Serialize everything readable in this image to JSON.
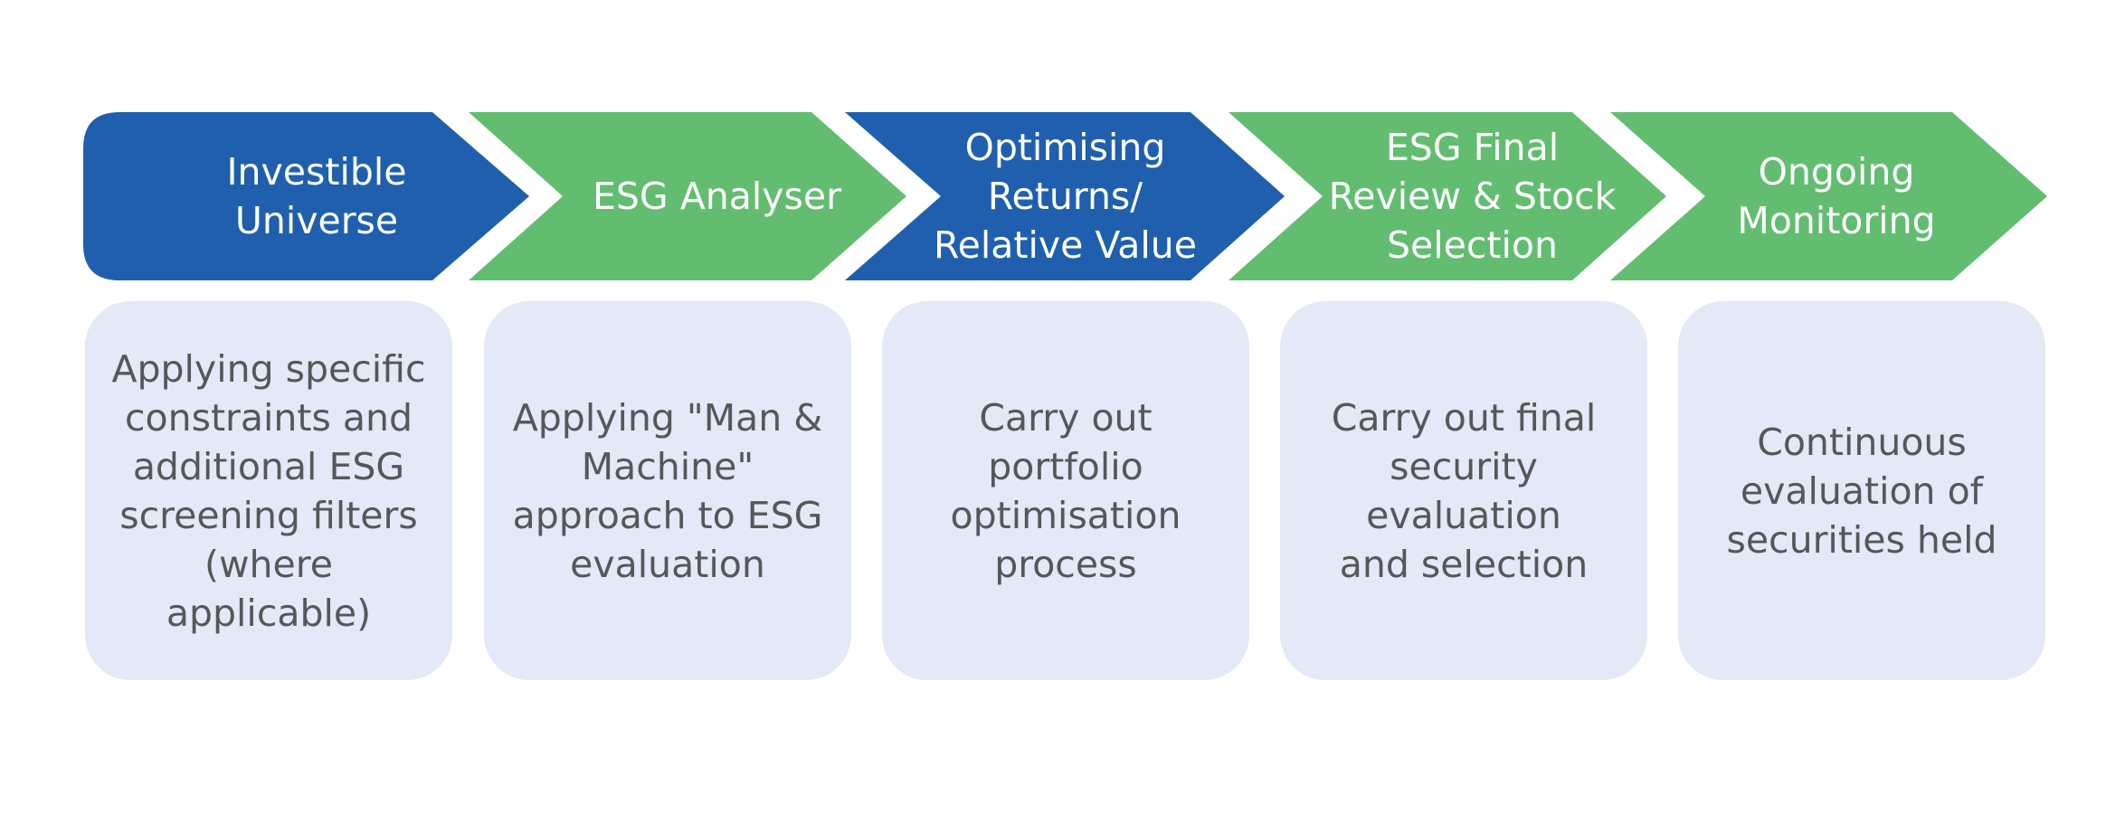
{
  "colors": {
    "blue": "#1f5fae",
    "green": "#62bd70",
    "card_bg": "#e3e9f6",
    "card_text": "#555759",
    "label_text": "#ffffff"
  },
  "steps": [
    {
      "color": "blue",
      "label": "Investible\nUniverse",
      "description": "Applying specific\nconstraints and\nadditional ESG\nscreening filters\n(where applicable)"
    },
    {
      "color": "green",
      "label": "ESG Analyser",
      "description": "Applying \"Man &\nMachine\"\napproach to ESG\nevaluation"
    },
    {
      "color": "blue",
      "label": "Optimising\nReturns/\nRelative Value",
      "description": "Carry out\nportfolio\noptimisation\nprocess"
    },
    {
      "color": "green",
      "label": "ESG Final\nReview & Stock\nSelection",
      "description": "Carry out final\nsecurity evaluation\nand selection"
    },
    {
      "color": "green",
      "label": "Ongoing\nMonitoring",
      "description": "Continuous\nevaluation of\nsecurities held"
    }
  ]
}
